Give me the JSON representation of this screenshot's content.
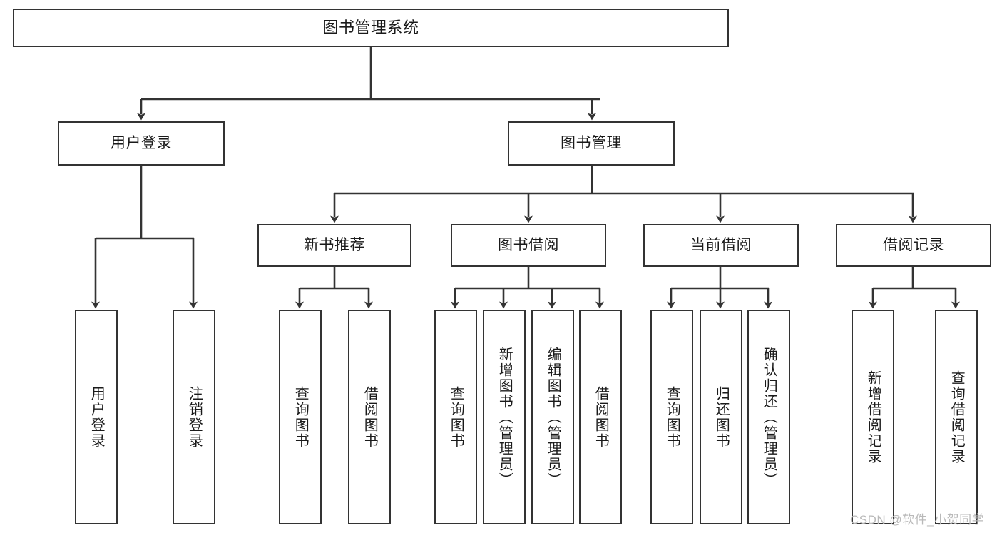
{
  "diagram": {
    "type": "tree",
    "title": "图书管理系统",
    "background_color": "#ffffff",
    "stroke_color": "#333333",
    "text_color": "#1a1a1a",
    "watermark": "CSDN @软件_小贺同学"
  },
  "nodes": {
    "root": {
      "label": "图书管理系统"
    },
    "level2": [
      {
        "label": "用户登录"
      },
      {
        "label": "图书管理"
      }
    ],
    "level3": [
      {
        "label": "新书推荐"
      },
      {
        "label": "图书借阅"
      },
      {
        "label": "当前借阅"
      },
      {
        "label": "借阅记录"
      }
    ],
    "leaves": {
      "user_login": [
        {
          "label": "用户登录"
        },
        {
          "label": "注销登录"
        }
      ],
      "new_book_recommend": [
        {
          "label": "查询图书"
        },
        {
          "label": "借阅图书"
        }
      ],
      "book_borrow": [
        {
          "label": "查询图书"
        },
        {
          "label": "新增图书（管理员）"
        },
        {
          "label": "编辑图书（管理员）"
        },
        {
          "label": "借阅图书"
        }
      ],
      "current_borrow": [
        {
          "label": "查询图书"
        },
        {
          "label": "归还图书"
        },
        {
          "label": "确认归还（管理员）"
        }
      ],
      "borrow_record": [
        {
          "label": "新增借阅记录"
        },
        {
          "label": "查询借阅记录"
        }
      ]
    }
  }
}
